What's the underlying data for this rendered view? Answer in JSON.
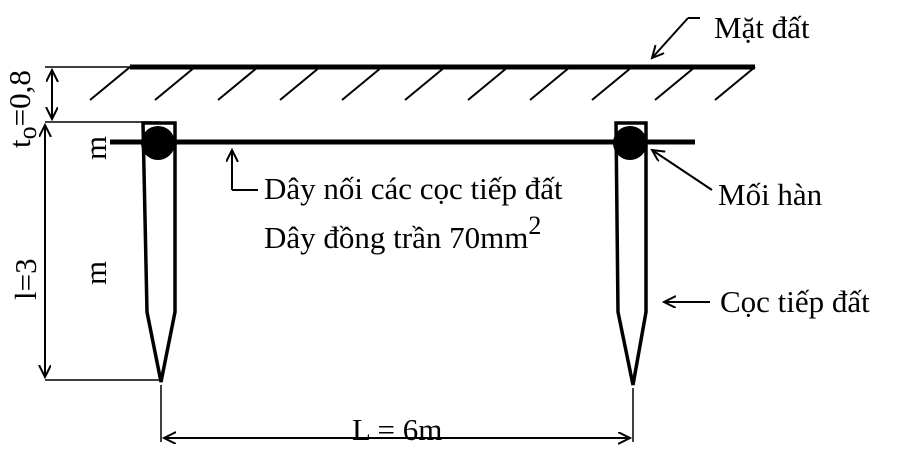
{
  "labels": {
    "ground_surface": "Mặt đất",
    "burial_depth_line1": "t",
    "burial_depth_sub": "o",
    "burial_depth_line2": "=0,8",
    "burial_depth_unit": "m",
    "rod_length": "l=3",
    "rod_length_unit": "m",
    "conductor_name": "Dây nối các cọc tiếp đất",
    "conductor_spec": "Dây đồng trần 70mm",
    "conductor_spec_sup": "2",
    "weld_joint": "Mối hàn",
    "ground_rod": "Cọc tiếp đất",
    "spacing": "L = 6m"
  }
}
